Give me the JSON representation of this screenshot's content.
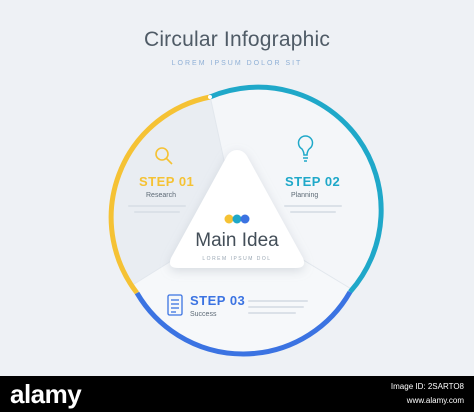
{
  "header": {
    "title": "Circular Infographic",
    "subtitle": "LOREM IPSUM DOLOR SIT"
  },
  "center": {
    "title": "Main Idea",
    "subtitle": "LOREM IPSUM DOL"
  },
  "steps": [
    {
      "title": "STEP 01",
      "label": "Research",
      "icon": "magnifier-icon",
      "color": "#f5c234"
    },
    {
      "title": "STEP 02",
      "label": "Planning",
      "icon": "lightbulb-icon",
      "color": "#1fa8c9"
    },
    {
      "title": "STEP 03",
      "label": "Success",
      "icon": "document-icon",
      "color": "#3b73e2"
    }
  ],
  "colors": {
    "yellow": "#f5c234",
    "teal": "#1fa8c9",
    "blue": "#3b73e2",
    "background": "#eef1f5"
  },
  "watermark": {
    "brand": "alamy",
    "image_id_line": "Image ID: 2SARTO8",
    "site_line": "www.alamy.com"
  }
}
